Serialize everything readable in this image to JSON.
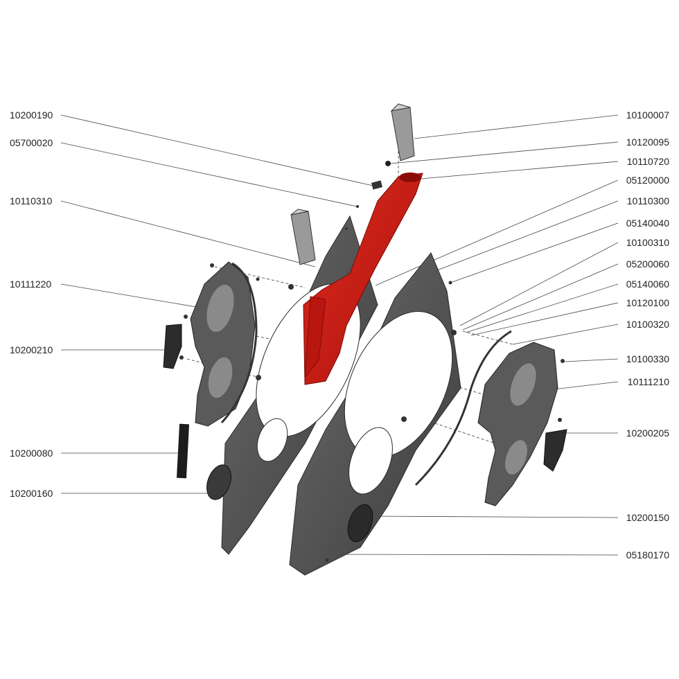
{
  "diagram": {
    "type": "exploded-parts-view",
    "highlight_color": "#cc1a12",
    "part_color": "#5a5a5a",
    "left_labels": [
      "10200190",
      "05700020",
      "10110310",
      "10111220",
      "10200210",
      "10200080",
      "10200160"
    ],
    "right_labels": [
      "10100007",
      "10120095",
      "10110720",
      "05120000",
      "10110300",
      "05140040",
      "10100310",
      "05200060",
      "05140060",
      "10120100",
      "10100320",
      "10100330",
      "10111210",
      "10200205",
      "10200150",
      "05180170"
    ]
  }
}
